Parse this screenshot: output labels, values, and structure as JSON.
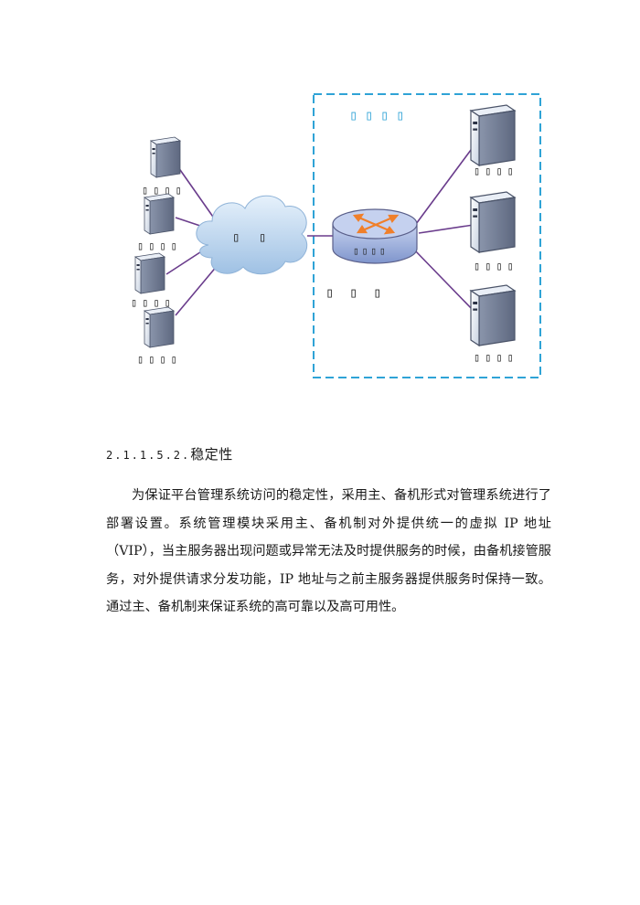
{
  "diagram": {
    "clients": [
      {
        "label": "▯▯▯▯"
      },
      {
        "label": "▯▯▯▯"
      },
      {
        "label": "▯▯▯▯"
      },
      {
        "label": "▯▯▯▯"
      }
    ],
    "network_label": "▯ ▯",
    "cluster_title": "▯▯▯▯",
    "load_balancer_label": "▯▯▯▯",
    "lb_caption": "▯ ▯ ▯",
    "servers": [
      {
        "label": "▯▯▯▯"
      },
      {
        "label": "▯▯▯▯"
      },
      {
        "label": "▯▯▯▯"
      }
    ],
    "colors": {
      "line": "#6a3c8c",
      "dash_box": "#2fa3d6",
      "cloud": "#bcd6ee",
      "lb": "#93a8d8",
      "arrow": "#f07f2a"
    }
  },
  "section": {
    "number": "2.1.1.5.2.",
    "title": "稳定性"
  },
  "paragraph": "为保证平台管理系统访问的稳定性，采用主、备机形式对管理系统进行了部署设置。系统管理模块采用主、备机制对外提供统一的虚拟 IP 地址（VIP），当主服务器出现问题或异常无法及时提供服务的时候，由备机接管服务，对外提供请求分发功能，IP 地址与之前主服务器提供服务时保持一致。通过主、备机制来保证系统的高可靠以及高可用性。"
}
